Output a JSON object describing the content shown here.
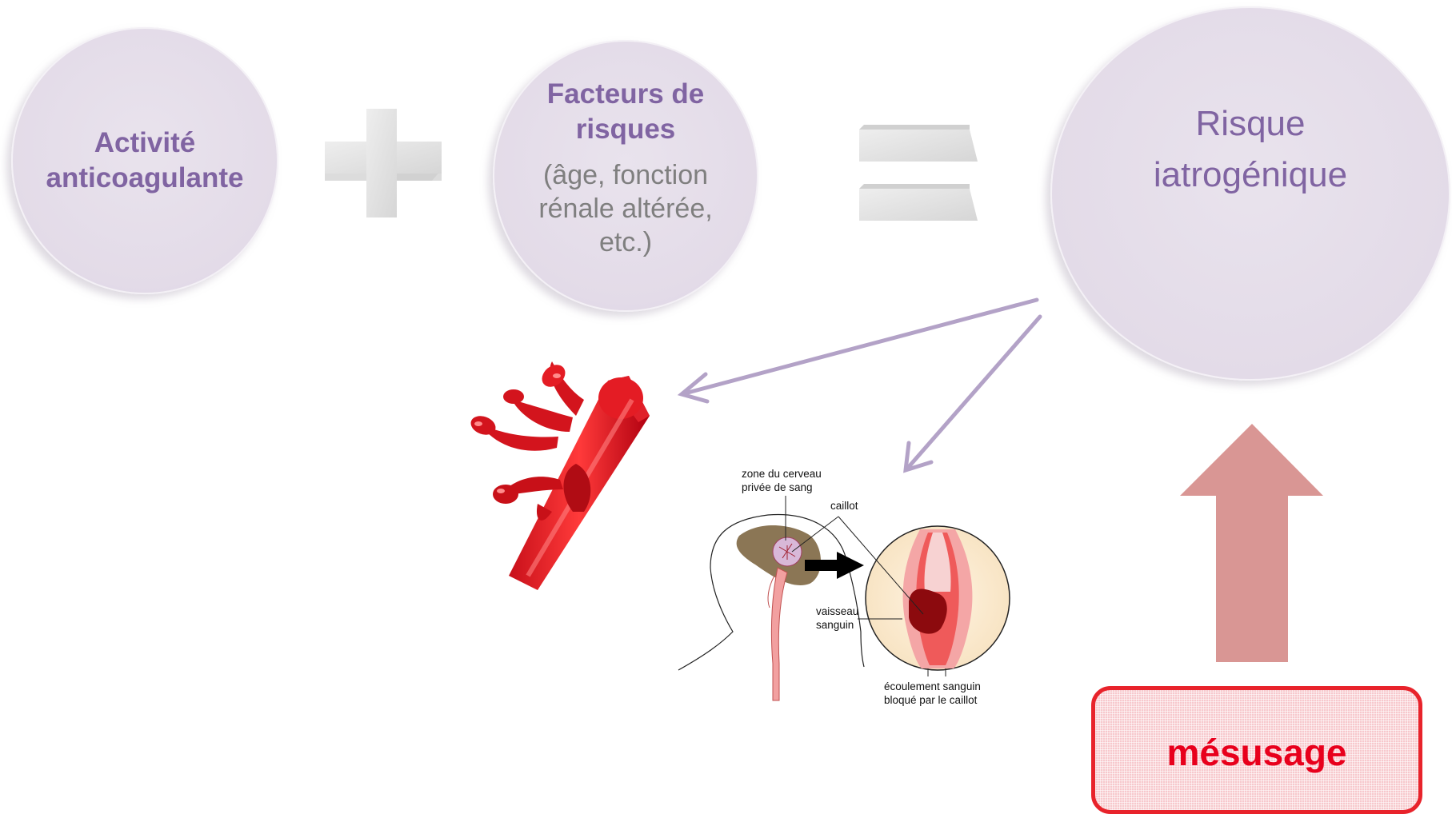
{
  "circles": {
    "activite": "Activité anticoagulante",
    "facteurs_title": "Facteurs de risques",
    "facteurs_detail": "(âge, fonction rénale altérée, etc.)",
    "risque": "Risque iatrogénique"
  },
  "operators": {
    "plus": "+",
    "equals": "="
  },
  "diagram": {
    "zone_label_line1": "zone du cerveau",
    "zone_label_line2": "privée de sang",
    "caillot_label": "caillot",
    "vaisseau_line1": "vaisseau",
    "vaisseau_line2": "sanguin",
    "ecoulement_line1": "écoulement sanguin",
    "ecoulement_line2": "bloqué par le caillot"
  },
  "mesusage": "mésusage",
  "colors": {
    "circle_text": "#8064a2",
    "arrow": "#b3a2c7",
    "up_arrow": "#d99694",
    "mesusage_text": "#e8001c"
  },
  "icons": [
    "hemorrhage-vessel-icon",
    "brain-clot-illustration",
    "up-arrow-icon"
  ]
}
